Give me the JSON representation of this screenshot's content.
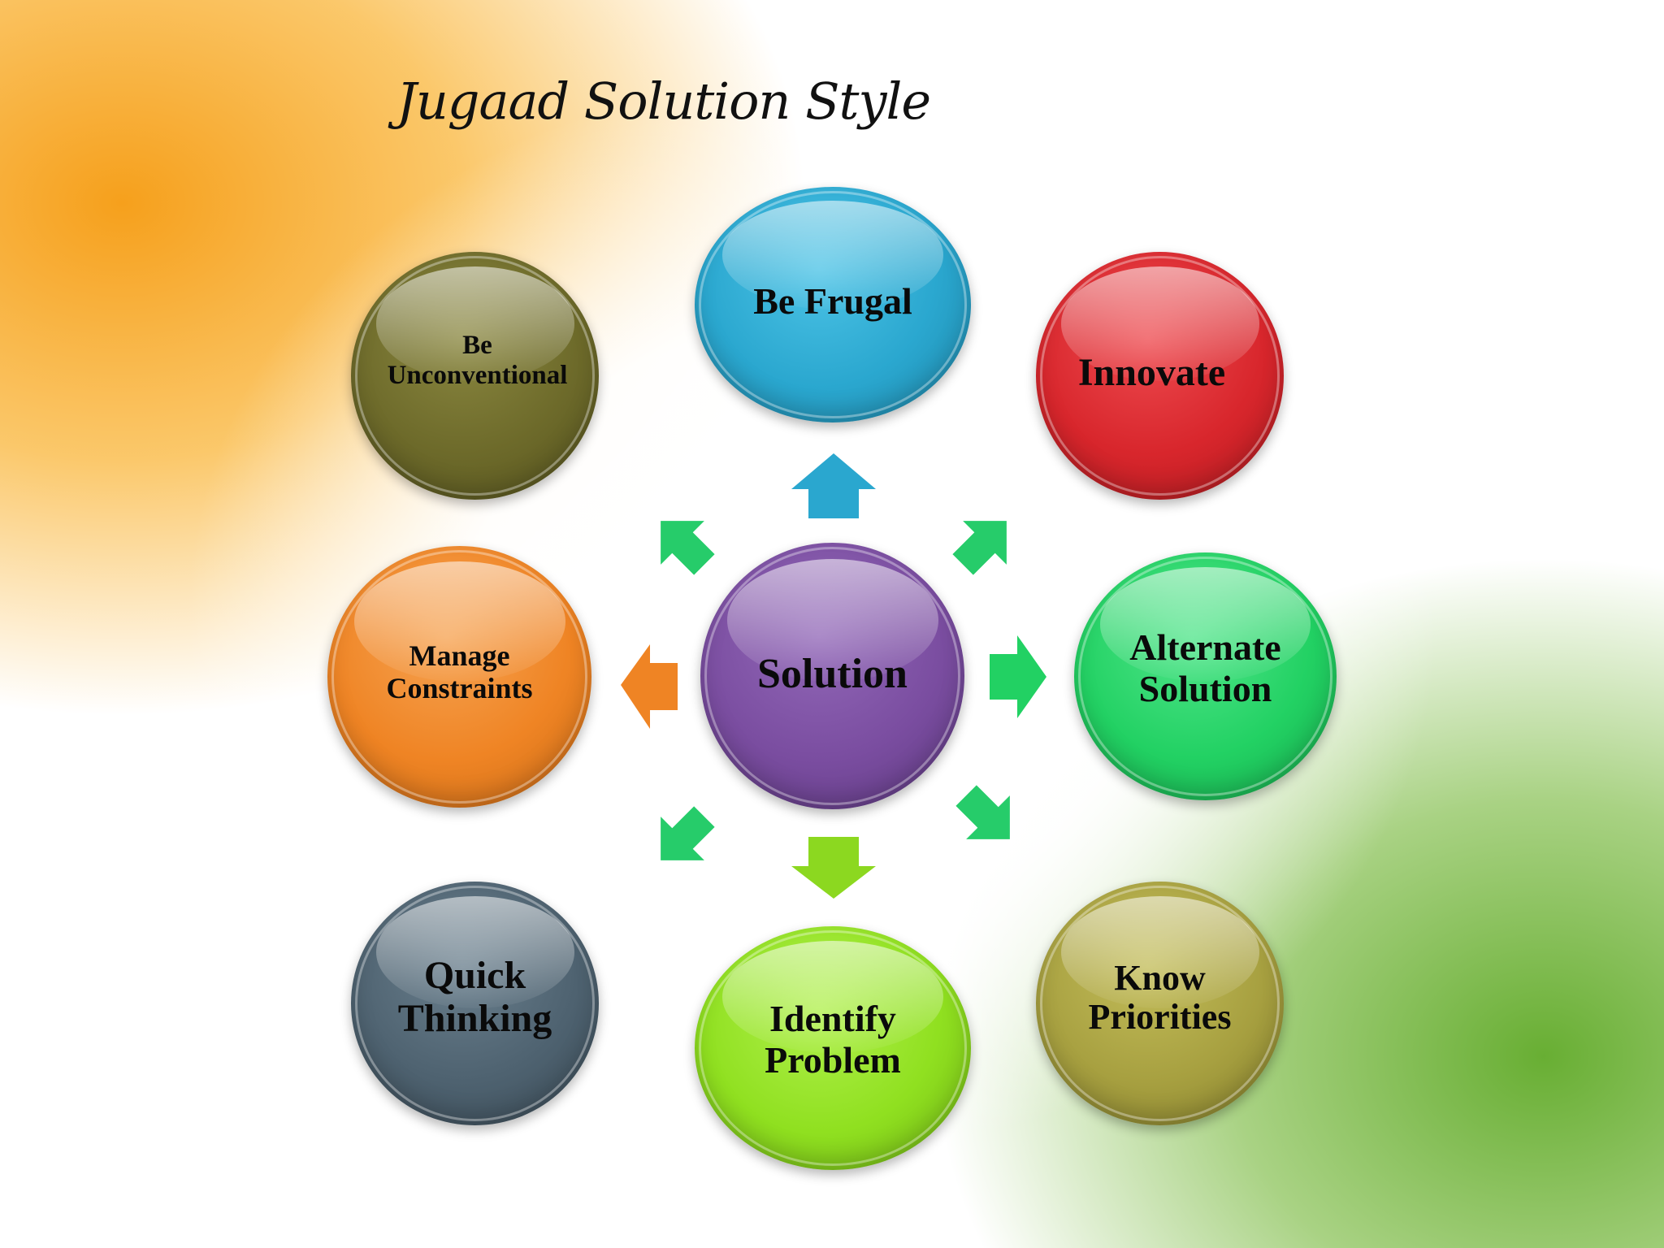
{
  "title": "Jugaad Solution Style",
  "center": {
    "label": "Solution",
    "color": "#7a4da0"
  },
  "nodes": [
    {
      "id": "be-frugal",
      "label": "Be Frugal",
      "color": "#2aa7cf"
    },
    {
      "id": "innovate",
      "label": "Innovate",
      "color": "#d8262c"
    },
    {
      "id": "alternate-solution",
      "label": "Alternate\nSolution",
      "color": "#22d163"
    },
    {
      "id": "know-priorities",
      "label": "Know\nPriorities",
      "color": "#a7a040"
    },
    {
      "id": "identify-problem",
      "label": "Identify\nProblem",
      "color": "#90e020"
    },
    {
      "id": "quick-thinking",
      "label": "Quick\nThinking",
      "color": "#4e6270"
    },
    {
      "id": "manage-constraints",
      "label": "Manage\nConstraints",
      "color": "#ef8424"
    },
    {
      "id": "be-unconventional",
      "label": "Be\nUnconventional",
      "color": "#6d6a2a"
    }
  ],
  "arrow_colors": {
    "up": "#2aa7cf",
    "right": "#22d163",
    "down": "#8cd820",
    "left": "#ef8424",
    "diagonal": "#26cc6a"
  }
}
